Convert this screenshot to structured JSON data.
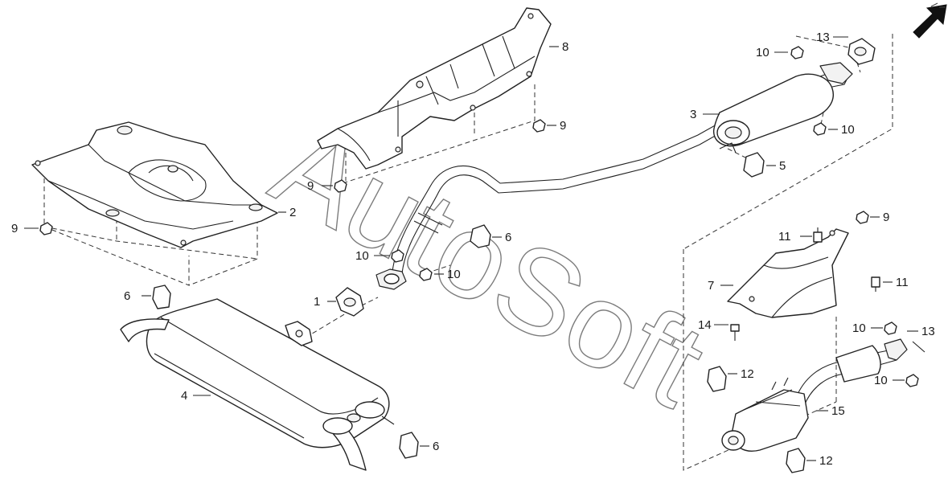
{
  "diagram": {
    "watermark": "AutoSoft",
    "callouts": {
      "c1": "1",
      "c2": "2",
      "c3": "3",
      "c4": "4",
      "c5": "5",
      "c6a": "6",
      "c6b": "6",
      "c6c": "6",
      "c7": "7",
      "c8": "8",
      "c9a": "9",
      "c9b": "9",
      "c9c": "9",
      "c9d": "9",
      "c10a": "10",
      "c10b": "10",
      "c10c": "10",
      "c10d": "10",
      "c10e": "10",
      "c10f": "10",
      "c11a": "11",
      "c11b": "11",
      "c12a": "12",
      "c12b": "12",
      "c13a": "13",
      "c13b": "13",
      "c14": "14",
      "c15": "15"
    },
    "direction_icon": "front-direction-arrow-icon"
  }
}
